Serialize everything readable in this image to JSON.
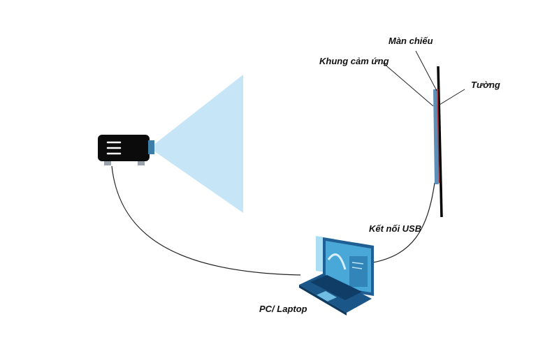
{
  "labels": {
    "man_chieu": "Màn chiếu",
    "khung_cam_ung": "Khung cảm ứng",
    "tuong": "Tường",
    "ket_noi_usb": "Kết nối USB",
    "pc_laptop": "PC/ Laptop"
  },
  "colors": {
    "projector_body": "#0b0b0b",
    "projector_lens": "#3c7ea8",
    "projector_feet": "#9aa3ab",
    "light_beam": "#c6e6f7",
    "wall": "#000000",
    "screen_edge": "#b8383a",
    "touch_frame": "#5b8fb8",
    "cable": "#222222",
    "laptop_body": "#1f5f93",
    "laptop_screen": "#4aa8d8"
  }
}
